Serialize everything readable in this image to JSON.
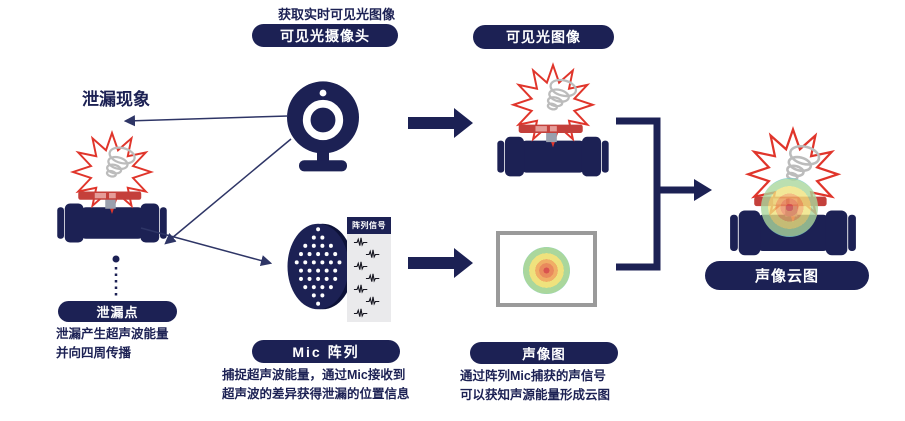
{
  "colors": {
    "navy": "#1c2154",
    "starburst_red": "#e0352b",
    "handle_red": "#c4403b",
    "handle_highlight": "#e59d99",
    "spiral_gray": "#bcbcbc",
    "panel_bg": "#eaeaec",
    "box_border": "#9a9a9a",
    "heatmap": [
      "#7fccc6",
      "#aad79c",
      "#efe27d",
      "#f0ae66",
      "#d9534f"
    ]
  },
  "caption": "获取实时可见光图像",
  "headings": {
    "leak_phenomenon": "泄漏现象"
  },
  "pills": {
    "visible_camera": "可见光摄像头",
    "visible_image": "可见光图像",
    "leak_point": "泄漏点",
    "mic_array": "Mic 阵列",
    "acoustic_image": "声像图",
    "acoustic_cloud": "声像云图"
  },
  "descriptions": {
    "leak": [
      "泄漏产生超声波能量",
      "并向四周传播"
    ],
    "mic": [
      "捕捉超声波能量，通过Mic接收到",
      "超声波的差异获得泄漏的位置信息"
    ],
    "acoustic": [
      "通过阵列Mic捕获的声信号",
      "可以获知声源能量形成云图"
    ]
  },
  "signal_panel": {
    "title": "阵列信号",
    "waveform_count": 7
  },
  "mic_dot_rows": [
    1,
    2,
    4,
    5,
    6,
    5,
    5,
    4,
    2,
    1
  ]
}
